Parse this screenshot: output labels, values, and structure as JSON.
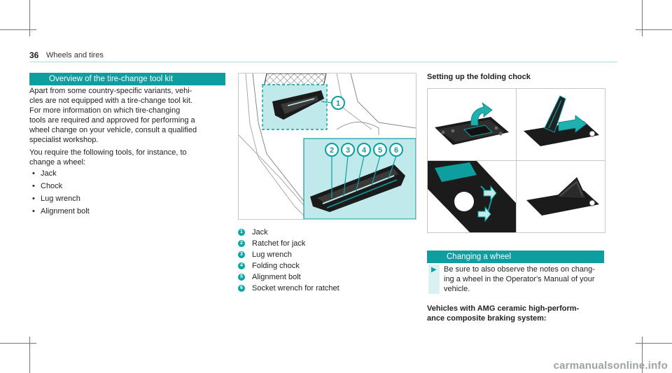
{
  "header": {
    "page_number": "36",
    "section": "Wheels and tires"
  },
  "overview": {
    "heading": "Overview of the tire-change tool kit",
    "para1_lines": [
      "Apart from some country-specific variants, vehi-",
      "cles are not equipped with a tire-change tool kit.",
      "For more information on which tire-changing",
      "tools are required and approved for performing a",
      "wheel change on your vehicle, consult a qualified",
      "specialist workshop."
    ],
    "para2_lines": [
      "You require the following tools, for instance, to",
      "change a wheel:"
    ],
    "tools": [
      "Jack",
      "Chock",
      "Lug wrench",
      "Alignment bolt"
    ]
  },
  "figure": {
    "callouts": [
      "1",
      "2",
      "3",
      "4",
      "5",
      "6"
    ]
  },
  "legend": [
    {
      "num": "1",
      "label": "Jack"
    },
    {
      "num": "2",
      "label": "Ratchet for jack"
    },
    {
      "num": "3",
      "label": "Lug wrench"
    },
    {
      "num": "4",
      "label": "Folding chock"
    },
    {
      "num": "5",
      "label": "Alignment bolt"
    },
    {
      "num": "6",
      "label": "Socket wrench for ratchet"
    }
  ],
  "chock": {
    "heading": "Setting up the folding chock"
  },
  "changing": {
    "heading": "Changing a wheel",
    "note_lines": [
      "Be sure to also observe the notes on chang-",
      "ing a wheel in the Operator's Manual of your",
      "vehicle."
    ],
    "subhead_lines": [
      "Vehicles with AMG ceramic high-perform-",
      "ance composite braking system:"
    ]
  },
  "watermark": "carmanualsonline.info",
  "colors": {
    "accent": "#0f9ea0",
    "highlight": "#bfe9ea"
  }
}
